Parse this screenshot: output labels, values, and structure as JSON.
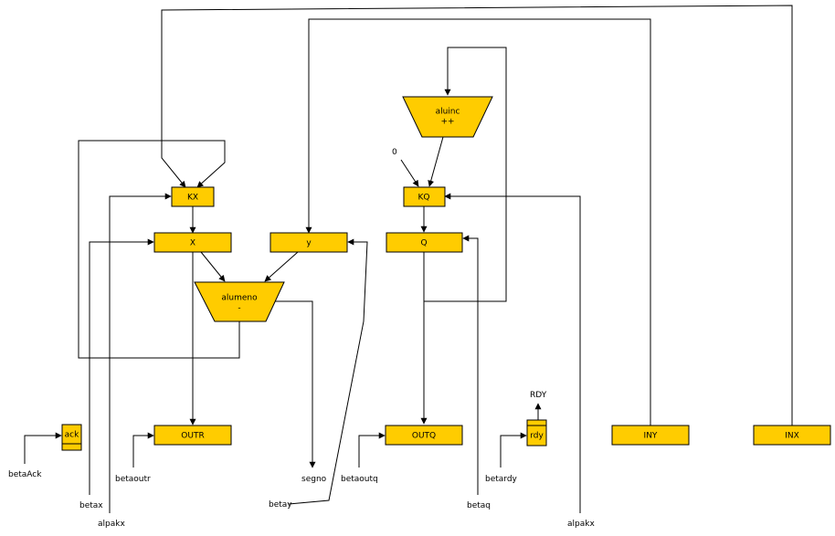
{
  "blocks": {
    "kx": "KX",
    "x": "X",
    "y": "y",
    "kq": "KQ",
    "q": "Q",
    "outr": "OUTR",
    "outq": "OUTQ",
    "iny": "INY",
    "inx": "INX",
    "ack": "ack",
    "rdy": "rdy"
  },
  "alumeno": {
    "name": "alumeno",
    "op": "-"
  },
  "aluinc": {
    "name": "aluinc",
    "op": "++"
  },
  "labels": {
    "zero": "0",
    "RDY": "RDY",
    "segno": "segno",
    "betaAck": "betaAck",
    "betaoutr": "betaoutr",
    "betax": "betax",
    "alpakx_left": "alpakx",
    "betay": "betay",
    "betaoutq": "betaoutq",
    "betaq": "betaq",
    "betardy": "betardy",
    "alpakx_right": "alpakx"
  }
}
